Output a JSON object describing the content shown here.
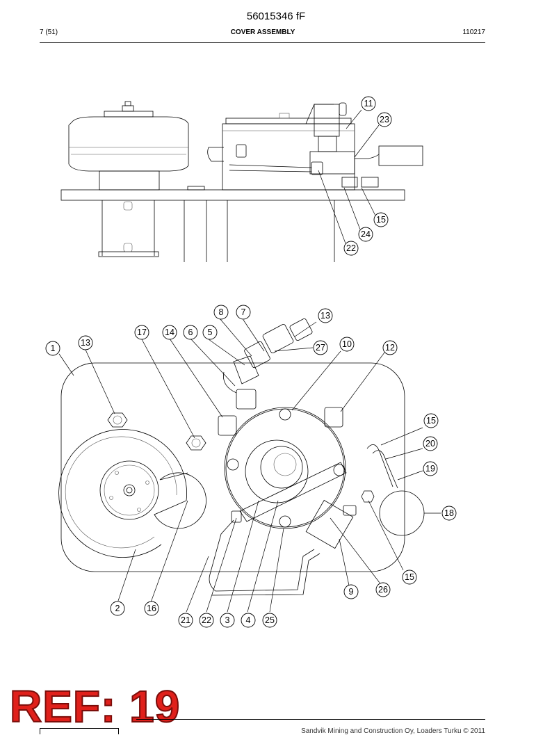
{
  "header": {
    "document_number": "56015346 fF",
    "page": "7 (51)",
    "title": "COVER ASSEMBLY",
    "date_code": "110217"
  },
  "stamp": {
    "text": "REF: 19",
    "color": "#e0201b"
  },
  "footer": {
    "copyright": "Sandvik Mining and Construction Oy, Loaders Turku © 2011"
  },
  "callouts": {
    "top_view": [
      "11",
      "23",
      "15",
      "24",
      "22"
    ],
    "bottom_view": [
      "8",
      "7",
      "13",
      "17",
      "14",
      "6",
      "5",
      "27",
      "10",
      "12",
      "1",
      "13",
      "15",
      "20",
      "19",
      "18",
      "15",
      "9",
      "26",
      "2",
      "16",
      "21",
      "22",
      "3",
      "4",
      "25"
    ]
  }
}
